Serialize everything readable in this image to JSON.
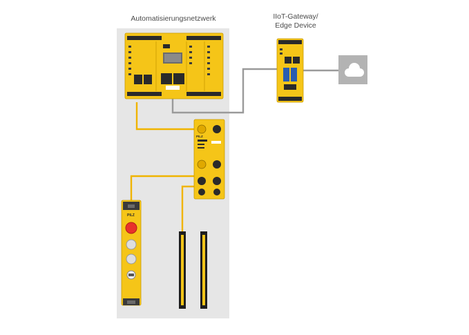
{
  "labels": {
    "network_title": "Automatisierungsnetzwerk",
    "gateway_title_line1": "IIoT-Gateway/",
    "gateway_title_line2": "Edge Device",
    "brand": "PILZ"
  },
  "icons": {
    "cloud": "cloud-icon"
  },
  "colors": {
    "zone_bg": "#e6e6e6",
    "device_yellow": "#f5c518",
    "ethernet_line": "#9a9a9a",
    "fieldbus_line": "#f0b400",
    "stop_button": "#e8322b",
    "cloud_box": "#b3b3b3"
  }
}
